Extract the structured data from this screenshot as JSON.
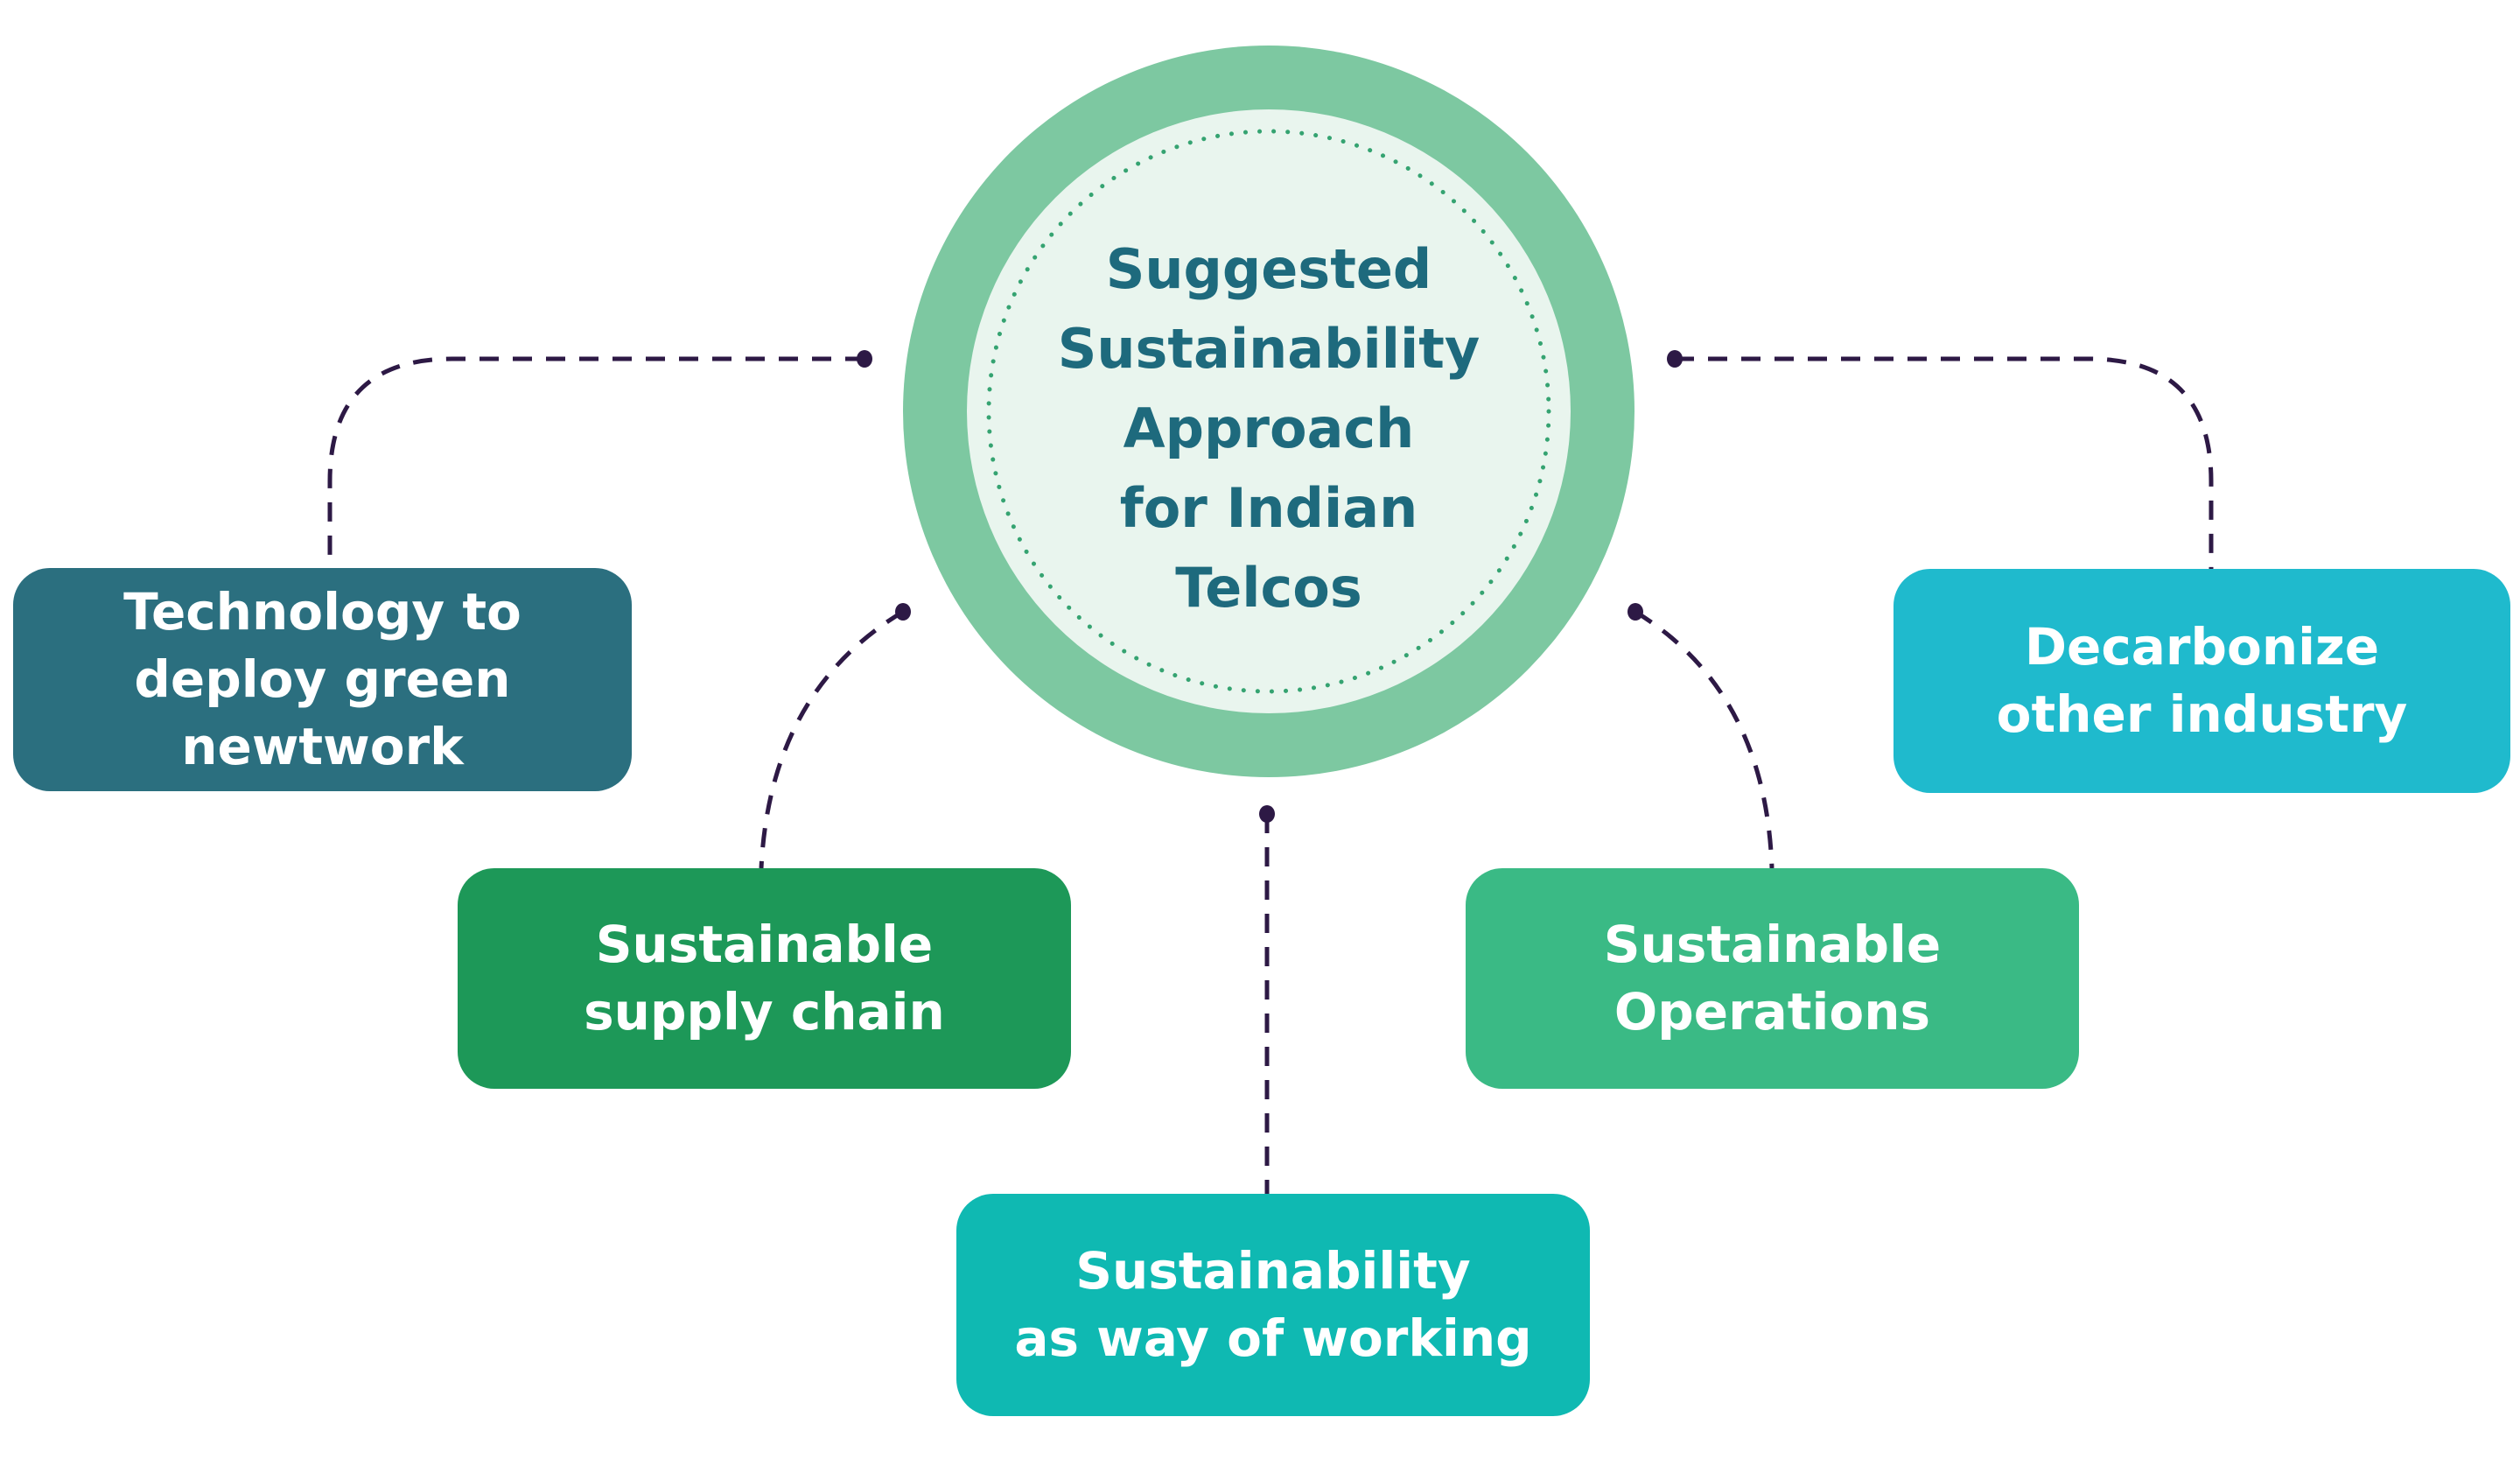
{
  "diagram": {
    "title": {
      "text": "Suggested\nSustainability\nApproach\nfor Indian\nTelcos"
    },
    "nodes": [
      {
        "label": "Technology to\ndeploy green\nnewtwork"
      },
      {
        "label": "Sustainable\nsupply chain"
      },
      {
        "label": "Sustainability\nas way of working"
      },
      {
        "label": "Sustainable\nOperations"
      },
      {
        "label": "Decarbonize\nother industry"
      }
    ]
  },
  "colors": {
    "background": "#FFFFFF",
    "hub-ring": "#7DC8A1",
    "hub-fill": "#E9F5EE",
    "hub-dotted": "#35A371",
    "hub-text": "#1E6A7D",
    "node-text": "#FFFFFF",
    "node-1": "#2B6F7F",
    "node-2": "#1D9858",
    "node-3": "#0FB9B2",
    "node-4": "#3ABA85",
    "node-5": "#1FBACD",
    "connector": "#2D1945"
  }
}
